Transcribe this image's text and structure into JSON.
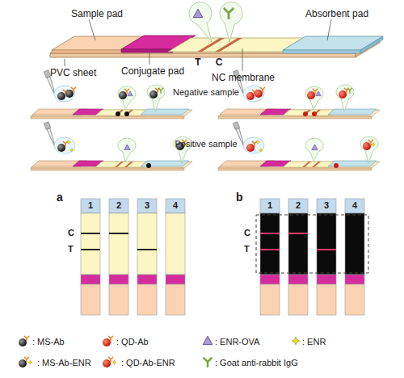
{
  "diagram": {
    "labels": [
      "Sample pad",
      "Absorbent pad",
      "PVC sheet",
      "Conjugate pad",
      "T",
      "C",
      "NC membrane",
      "Negative sample",
      "Positive sample",
      "a",
      "b",
      "C",
      "T",
      "1",
      "2",
      "3",
      "4",
      "C",
      "T",
      "1",
      "2",
      "3",
      "4"
    ],
    "legend": [
      {
        "text": ": MS-Ab"
      },
      {
        "text": ": QD-Ab"
      },
      {
        "text": ": ENR-OVA"
      },
      {
        "text": ": ENR"
      },
      {
        "text": ": MS-Ab-ENR"
      },
      {
        "text": ": QD-Ab-ENR"
      },
      {
        "text": ": Goat anti-rabbit IgG"
      }
    ]
  }
}
